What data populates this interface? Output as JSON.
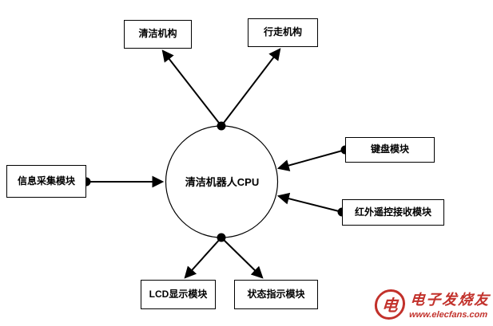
{
  "cpu": {
    "label": "清洁机器人CPU"
  },
  "nodes": {
    "cleaning": {
      "label": "清洁机构"
    },
    "walking": {
      "label": "行走机构"
    },
    "info_collect": {
      "label": "信息采集模块"
    },
    "keyboard": {
      "label": "键盘模块"
    },
    "ir_remote": {
      "label": "红外遥控接收模块"
    },
    "lcd": {
      "label": "LCD显示模块"
    },
    "status": {
      "label": "状态指示模块"
    }
  },
  "edges": [
    {
      "from": "cpu",
      "to": "cleaning"
    },
    {
      "from": "cpu",
      "to": "walking"
    },
    {
      "from": "info_collect",
      "to": "cpu"
    },
    {
      "from": "keyboard",
      "to": "cpu"
    },
    {
      "from": "ir_remote",
      "to": "cpu"
    },
    {
      "from": "cpu",
      "to": "lcd"
    },
    {
      "from": "cpu",
      "to": "status"
    }
  ],
  "watermark": {
    "logo_glyph": "电",
    "brand": "电子发烧友",
    "url": "www.elecfans.com"
  },
  "colors": {
    "line": "#000000",
    "box_border": "#000000",
    "background": "#ffffff",
    "watermark": "#c2312b"
  }
}
